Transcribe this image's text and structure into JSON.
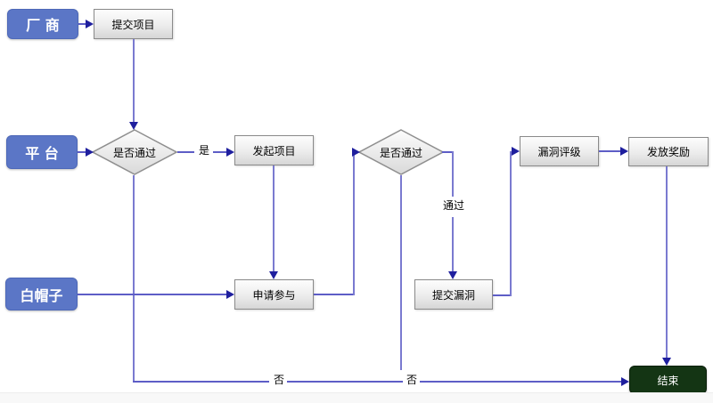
{
  "diagram": {
    "lanes": {
      "vendor": {
        "label": "厂 商"
      },
      "platform": {
        "label": "平 台"
      },
      "whitehat": {
        "label": "白帽子"
      }
    },
    "nodes": {
      "submit_project": {
        "label": "提交项目"
      },
      "decision1": {
        "label": "是否通过"
      },
      "launch_project": {
        "label": "发起项目"
      },
      "decision2": {
        "label": "是否通过"
      },
      "vuln_rating": {
        "label": "漏洞评级"
      },
      "give_reward": {
        "label": "发放奖励"
      },
      "apply_join": {
        "label": "申请参与"
      },
      "submit_vuln": {
        "label": "提交漏洞"
      },
      "end": {
        "label": "结束"
      }
    },
    "edge_labels": {
      "yes": "是",
      "pass": "通过",
      "no1": "否",
      "no2": "否"
    },
    "colors": {
      "lane_bg": "#5b76c6",
      "line": "#5d5dc6",
      "arrowhead": "#1f1f9e",
      "end_bg": "#143514",
      "box_border": "#8a8a8a"
    }
  }
}
